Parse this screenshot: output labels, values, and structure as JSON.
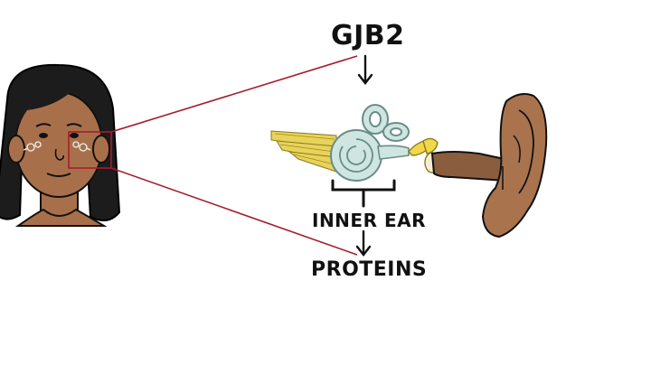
{
  "labels": {
    "gene": "GJB2",
    "organ": "INNER EAR",
    "product": "PROTEINS"
  },
  "colors": {
    "skin": "#a8704a",
    "hair": "#1c1c1c",
    "zoom_lines": "#a51d2d",
    "cochlea": "#cfe6e0",
    "nerve": "#e8d35a",
    "ossicle": "#f1d84a",
    "ear_canal": "#8a5d3f",
    "outer_ear": "#a9734e"
  },
  "icons": [
    "girl-face-illustration",
    "inner-ear-illustration",
    "outer-ear-illustration",
    "down-arrow-icon",
    "bracket-icon"
  ]
}
